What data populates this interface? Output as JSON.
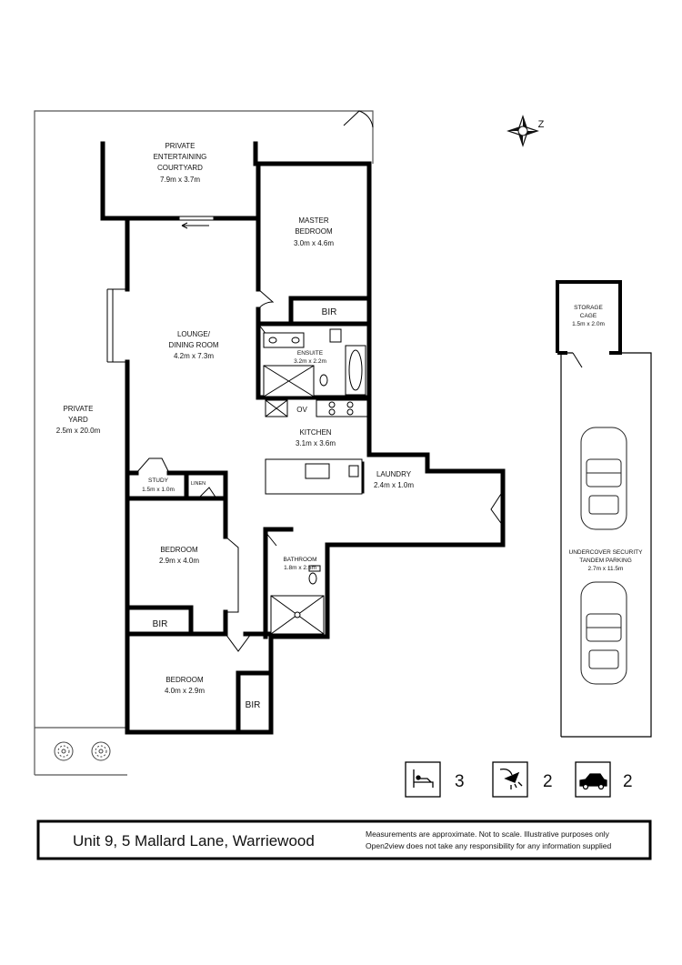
{
  "rooms": {
    "courtyard": {
      "line1": "PRIVATE",
      "line2": "ENTERTAINING",
      "line3": "COURTYARD",
      "size": "7.9m x 3.7m"
    },
    "master": {
      "line1": "MASTER",
      "line2": "BEDROOM",
      "size": "3.0m x 4.6m"
    },
    "master_bir": "BIR",
    "lounge": {
      "line1": "LOUNGE/",
      "line2": "DINING ROOM",
      "size": "4.2m x 7.3m"
    },
    "ensuite": {
      "name": "ENSUITE",
      "size": "3.2m x 2.2m"
    },
    "ov": "OV",
    "kitchen": {
      "name": "KITCHEN",
      "size": "3.1m x 3.6m"
    },
    "laundry": {
      "name": "LAUNDRY",
      "size": "2.4m x 1.0m"
    },
    "study": {
      "name": "STUDY",
      "size": "1.5m x 1.0m"
    },
    "linen": "LINEN",
    "bedroom2": {
      "name": "BEDROOM",
      "size": "2.9m x 4.0m"
    },
    "bedroom2_bir": "BIR",
    "bathroom": {
      "name": "BATHROOM",
      "size": "1.8m x 2.5m"
    },
    "bedroom3": {
      "name": "BEDROOM",
      "size": "4.0m x 2.9m"
    },
    "bedroom3_bir": "BIR",
    "yard": {
      "line1": "PRIVATE",
      "line2": "YARD",
      "size": "2.5m x 20.0m"
    },
    "storage": {
      "line1": "STORAGE",
      "line2": "CAGE",
      "size": "1.5m x 2.0m"
    },
    "parking": {
      "line1": "UNDERCOVER SECURITY",
      "line2": "TANDEM PARKING",
      "size": "2.7m x 11.5m"
    }
  },
  "stats": {
    "bedrooms": "3",
    "bathrooms": "2",
    "parking": "2"
  },
  "footer": {
    "address": "Unit 9, 5 Mallard Lane, Warriewood",
    "disclaimer_line1": "Measurements are approximate. Not to scale. Illustrative purposes only",
    "disclaimer_line2": "Open2view does not take any responsibility for any information supplied"
  },
  "icons": {
    "bed": "bed-icon",
    "shower": "shower-icon",
    "car": "car-icon",
    "compass": "compass-icon",
    "tree": "tree-icon"
  },
  "colors": {
    "wall": "#000000",
    "outline": "#555555",
    "background": "#ffffff"
  }
}
